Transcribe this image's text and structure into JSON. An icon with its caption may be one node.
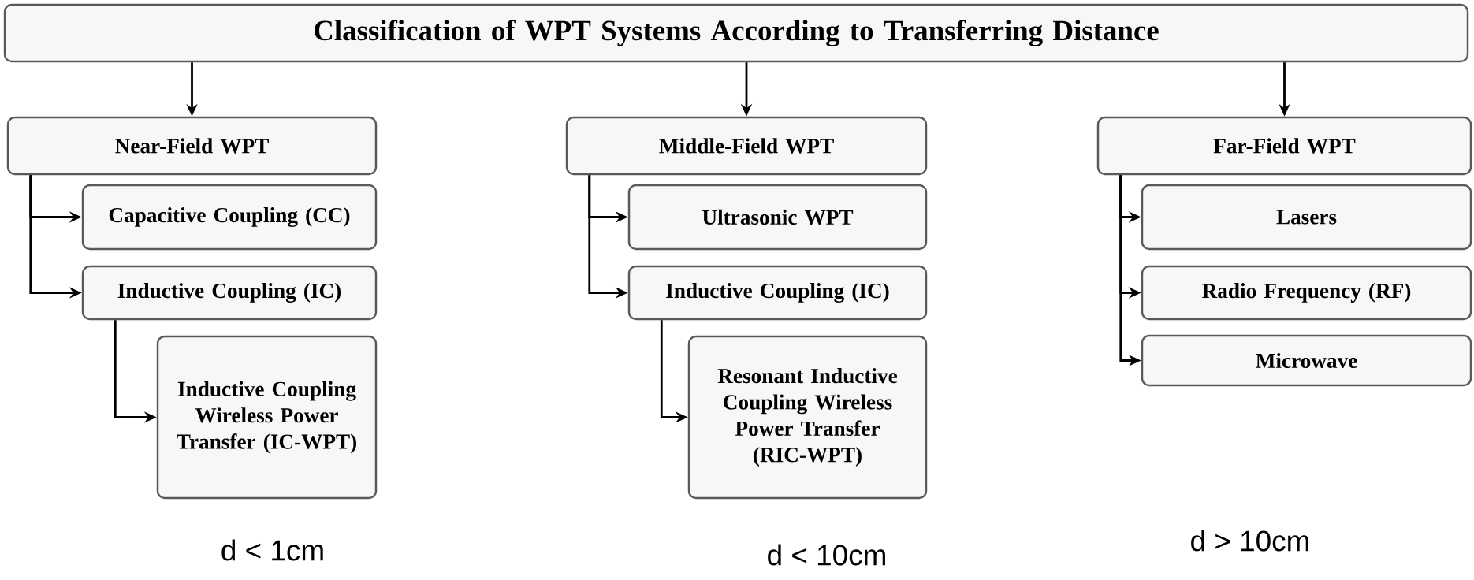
{
  "diagram": {
    "nodes": [
      {
        "text": [
          "Classification of WPT Systems According to Transferring Distance"
        ]
      },
      {
        "text": [
          "Near-Field WPT"
        ]
      },
      {
        "text": [
          "Middle-Field WPT"
        ]
      },
      {
        "text": [
          "Far-Field WPT"
        ]
      },
      {
        "text": [
          "Capacitive Coupling (CC)"
        ]
      },
      {
        "text": [
          "Inductive Coupling (IC)"
        ]
      },
      {
        "text": [
          "Inductive Coupling Wireless Power Transfer (IC-WPT)"
        ]
      },
      {
        "text": [
          "Ultrasonic WPT"
        ]
      },
      {
        "text": [
          "Inductive Coupling (IC)"
        ]
      },
      {
        "text": [
          "Resonant Inductive Coupling Wireless Power Transfer (RIC-WPT)"
        ]
      },
      {
        "text": [
          "Lasers"
        ]
      },
      {
        "text": [
          "Radio Frequency (RF)"
        ]
      },
      {
        "text": [
          "Microwave"
        ]
      }
    ],
    "edges": [
      {
        "from": 0,
        "to": 1,
        "arrow": "to"
      },
      {
        "from": 0,
        "to": 2,
        "arrow": "to"
      },
      {
        "from": 0,
        "to": 3,
        "arrow": "to"
      },
      {
        "from": 1,
        "to": 4,
        "arrow": "to"
      },
      {
        "from": 1,
        "to": 5,
        "arrow": "to"
      },
      {
        "from": 5,
        "to": 6,
        "arrow": "to"
      },
      {
        "from": 2,
        "to": 7,
        "arrow": "to"
      },
      {
        "from": 2,
        "to": 8,
        "arrow": "to"
      },
      {
        "from": 8,
        "to": 9,
        "arrow": "to"
      },
      {
        "from": 3,
        "to": 10,
        "arrow": "to"
      },
      {
        "from": 3,
        "to": 11,
        "arrow": "to"
      },
      {
        "from": 3,
        "to": 12,
        "arrow": "to"
      }
    ],
    "labels": [
      "d < 1cm",
      "d < 10cm",
      "d > 10cm"
    ]
  }
}
